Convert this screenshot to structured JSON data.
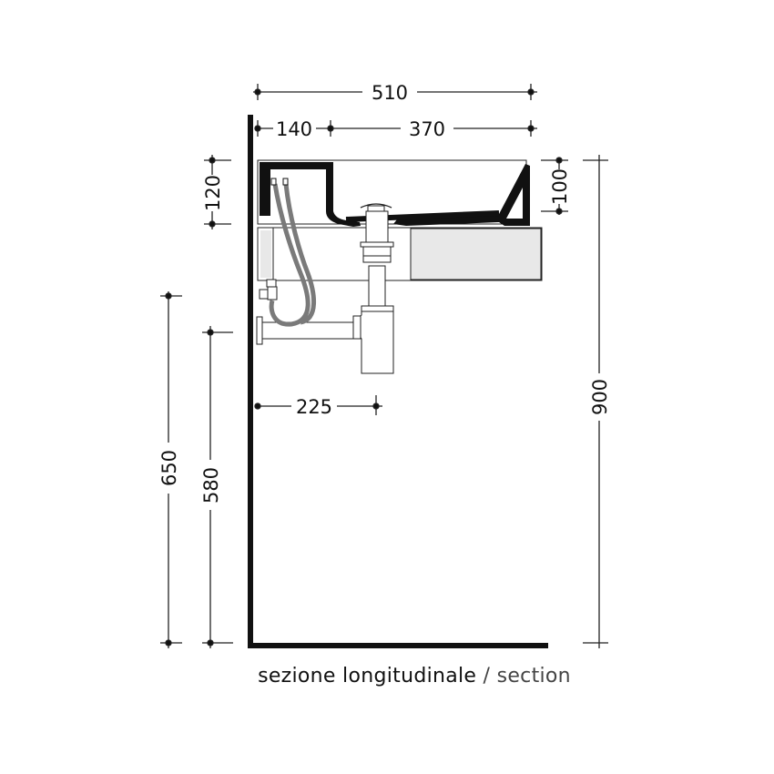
{
  "figure": {
    "type": "technical-section-drawing",
    "subject": "wall-hung washbasin with siphon and water supply",
    "colors": {
      "line": "#111111",
      "dim_line": "#222222",
      "hose": "#7a7a7a",
      "cabinet_fill": "#e8e8e8",
      "background": "#ffffff"
    }
  },
  "dimensions": {
    "total_width": {
      "value": "510",
      "unit": "mm"
    },
    "back_deck": {
      "value": "140",
      "unit": "mm"
    },
    "bowl_width": {
      "value": "370",
      "unit": "mm"
    },
    "basin_height_back": {
      "value": "120",
      "unit": "mm"
    },
    "basin_height_front": {
      "value": "100",
      "unit": "mm"
    },
    "top_height": {
      "value": "900",
      "unit": "mm"
    },
    "waste_outlet_height": {
      "value": "650",
      "unit": "mm"
    },
    "supply_height": {
      "value": "580",
      "unit": "mm"
    },
    "drain_axis_from_wall": {
      "value": "225",
      "unit": "mm"
    }
  },
  "caption": {
    "primary": "sezione longitudinale",
    "separator": " / ",
    "secondary": "section"
  }
}
